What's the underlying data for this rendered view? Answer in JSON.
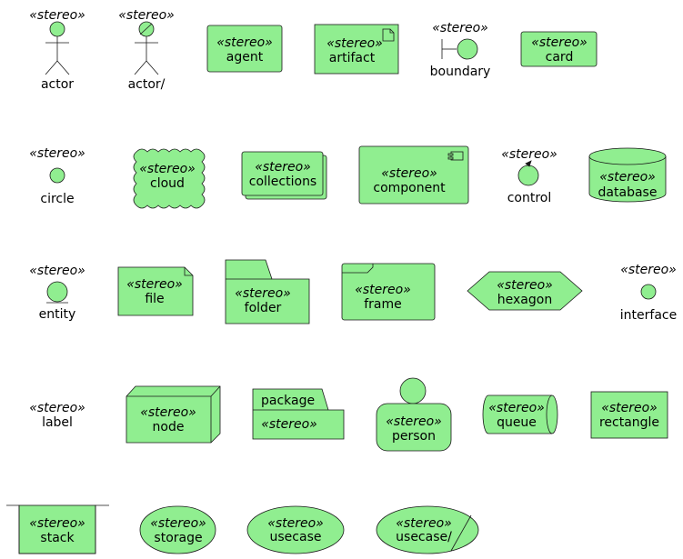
{
  "stereotype": "«stereo»",
  "colors": {
    "fill": "#90ee90",
    "stroke": "#181818",
    "text": "#000000"
  },
  "elements": {
    "actor": "actor",
    "actor_business": "actor/",
    "agent": "agent",
    "artifact": "artifact",
    "boundary": "boundary",
    "card": "card",
    "circle": "circle",
    "cloud": "cloud",
    "collections": "collections",
    "component": "component",
    "control": "control",
    "database": "database",
    "entity": "entity",
    "file": "file",
    "folder": "folder",
    "frame": "frame",
    "hexagon": "hexagon",
    "interface": "interface",
    "label": "label",
    "node": "node",
    "package": "package",
    "person": "person",
    "queue": "queue",
    "rectangle": "rectangle",
    "stack": "stack",
    "storage": "storage",
    "usecase": "usecase",
    "usecase_business": "usecase/"
  }
}
